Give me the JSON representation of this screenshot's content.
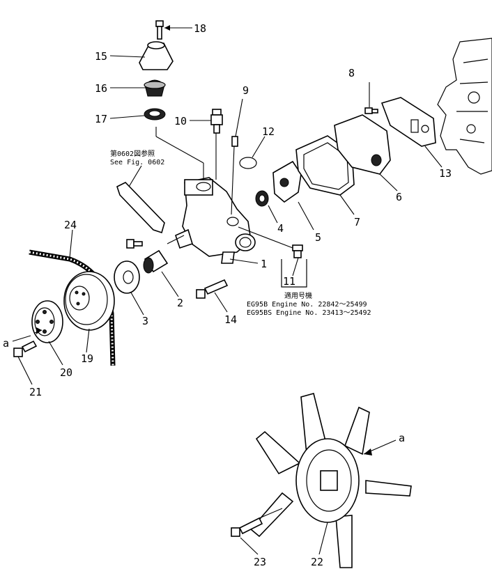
{
  "labels": {
    "p1": "1",
    "p2": "2",
    "p3": "3",
    "p4": "4",
    "p5": "5",
    "p6": "6",
    "p7": "7",
    "p8": "8",
    "p9": "9",
    "p10": "10",
    "p11": "11",
    "p12": "12",
    "p13": "13",
    "p14": "14",
    "p15": "15",
    "p16": "16",
    "p17": "17",
    "p18": "18",
    "p19": "19",
    "p20": "20",
    "p21": "21",
    "p22": "22",
    "p23": "23",
    "p24": "24",
    "a_left": "a",
    "a_right": "a"
  },
  "ref_note": {
    "line1": "第0602図参照",
    "line2": "See Fig. 0602"
  },
  "applicability": {
    "header": "適用号機",
    "row1": "EG95B  Engine No. 22842～25499",
    "row2": "EG95BS Engine No. 23413～25492"
  }
}
